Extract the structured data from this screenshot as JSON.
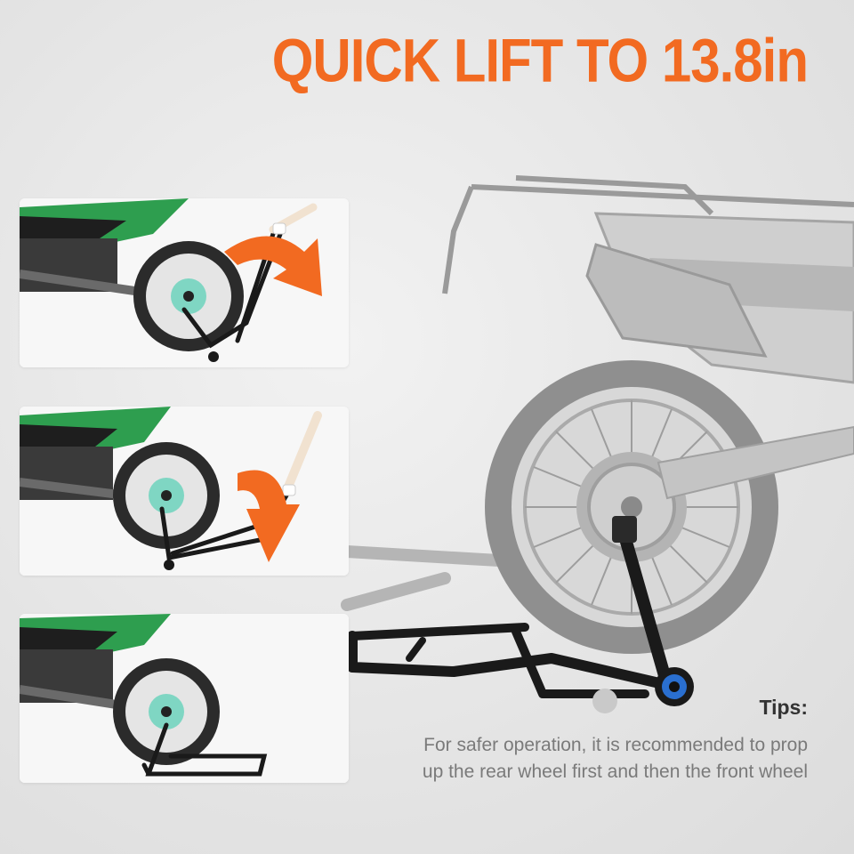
{
  "headline": "QUICK LIFT TO 13.8in",
  "tips": {
    "title": "Tips:",
    "text": "For safer operation, it is recommended to prop up the rear wheel first and then the front wheel"
  },
  "colors": {
    "accent": "#f26a21",
    "bike_green": "#2e9e4f",
    "stand_black": "#1a1a1a",
    "wheel_blue": "#2a6fd0"
  },
  "icons": {
    "rotate_arrow": "curved-down-arrow-icon"
  }
}
